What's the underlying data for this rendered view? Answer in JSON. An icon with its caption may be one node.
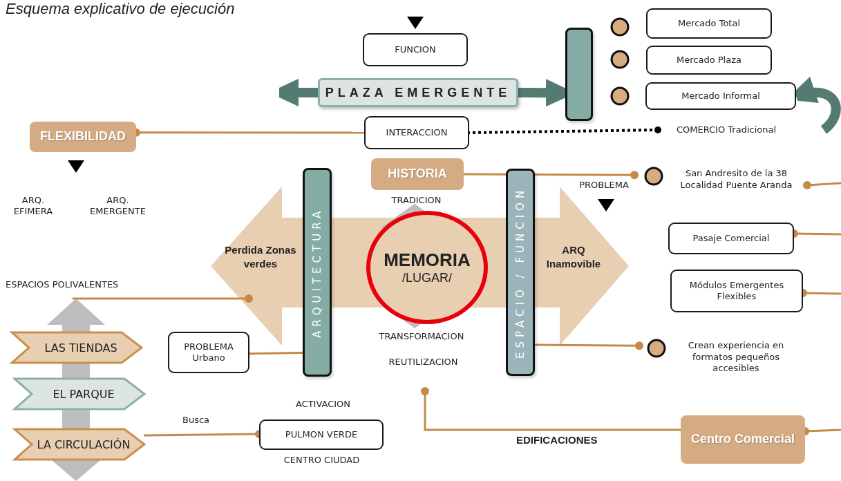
{
  "diagram": {
    "title": "Esquema explicativo de ejecución",
    "nodes": [
      {
        "text": [
          "FUNCION"
        ]
      },
      {
        "text": [
          "PLAZA EMERGENTE"
        ]
      },
      {
        "text": [],
        "shape": "bar"
      },
      {
        "text": [
          "Mercado Total"
        ]
      },
      {
        "text": [
          "Mercado Plaza"
        ]
      },
      {
        "text": [
          "Mercado Informal"
        ]
      },
      {
        "text": [
          "FLEXIBILIDAD"
        ]
      },
      {
        "text": [
          "INTERACCION"
        ]
      },
      {
        "text": [
          "COMERCIO Tradicional"
        ]
      },
      {
        "text": [
          "HISTORIA"
        ]
      },
      {
        "text": [
          "San Andresito de la 38 Localidad Puente Aranda"
        ]
      },
      {
        "text": [
          "Perdida Zonas verdes",
          "ARQ Inamovible"
        ]
      },
      {
        "text": [
          "ARQUITECTURA"
        ]
      },
      {
        "text": [
          "MEMORIA",
          "/LUGAR/"
        ],
        "in": 11
      },
      {
        "text": [
          "ESPACIO / FUNCION"
        ]
      },
      {
        "text": [
          "Pasaje Comercial"
        ]
      },
      {
        "text": [
          "ESPACIOS POLIVALENTES"
        ]
      },
      {
        "text": [
          "Módulos Emergentes Flexibles"
        ]
      },
      {
        "text": [
          "LAS TIENDAS"
        ]
      },
      {
        "text": [
          "PROBLEMA Urbano"
        ]
      },
      {
        "text": [
          "Crean experiencia en formatos pequeños accesibles"
        ]
      },
      {
        "text": [
          "EL PARQUE"
        ]
      },
      {
        "text": [
          "LA CIRCULACIÓN"
        ]
      },
      {
        "text": [
          "PULMON VERDE"
        ]
      },
      {
        "text": [
          "Centro Comercial"
        ]
      }
    ],
    "edges": [
      {
        "from": 1,
        "to": null,
        "arrow": "to",
        "style": "thick",
        "color": "#557a72"
      },
      {
        "from": 1,
        "to": 2,
        "arrow": "to",
        "style": "thick",
        "color": "#557a72"
      },
      {
        "from": null,
        "to": 5,
        "arrow": "to",
        "style": "thick",
        "color": "#557a72"
      },
      {
        "from": 6,
        "to": 7,
        "arrow": "other"
      },
      {
        "from": 8,
        "to": 7,
        "arrow": "other",
        "style": "dashed",
        "color": "#000000"
      },
      {
        "from": 10,
        "to": 9,
        "arrow": "other"
      },
      {
        "from": 10,
        "to": null,
        "arrow": "other"
      },
      {
        "from": 15,
        "to": null,
        "arrow": "other"
      },
      {
        "from": 11,
        "to": 16,
        "arrow": "other"
      },
      {
        "from": 17,
        "to": null,
        "arrow": "other"
      },
      {
        "from": 12,
        "to": 19,
        "arrow": "other"
      },
      {
        "from": 20,
        "to": 14,
        "arrow": "other"
      },
      {
        "from": 23,
        "to": 22,
        "arrow": "other",
        "label": "Busca"
      },
      {
        "from": null,
        "to": 24,
        "arrow": "other",
        "label": "EDIFICACIONES"
      },
      {
        "from": 24,
        "to": null,
        "arrow": "other"
      }
    ],
    "labels": [
      "ARQ. EFIMERA",
      "ARQ. EMERGENTE",
      "PROBLEMA",
      "TRADICION",
      "TRANSFORMACION",
      "REUTILIZACION",
      "ACTIVACION",
      "CENTRO CIUDAD"
    ]
  }
}
